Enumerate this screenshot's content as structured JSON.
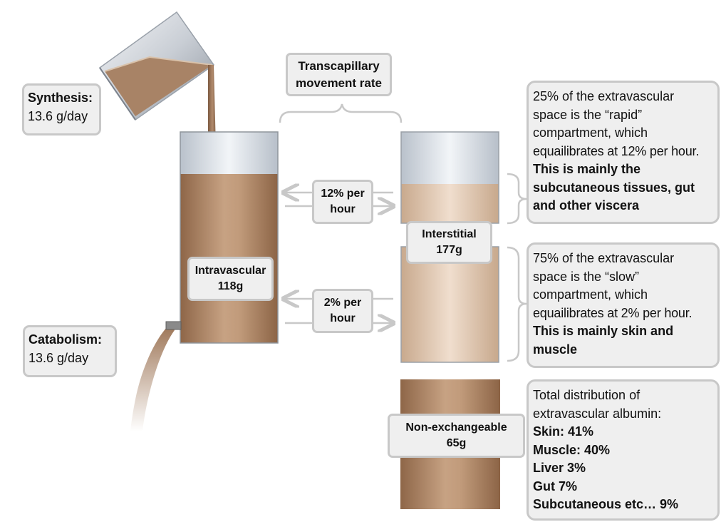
{
  "synthesis": {
    "title": "Synthesis:",
    "value": "13.6 g/day"
  },
  "catabolism": {
    "title": "Catabolism:",
    "value": "13.6 g/day"
  },
  "transcapillary": {
    "line1": "Transcapillary",
    "line2": "movement rate"
  },
  "rate_fast": {
    "line1": "12% per",
    "line2": "hour"
  },
  "rate_slow": {
    "line1": "2% per",
    "line2": "hour"
  },
  "intravascular": {
    "name": "Intravascular",
    "amount": "118g"
  },
  "interstitial": {
    "name": "Interstitial",
    "amount": "177g"
  },
  "non_exchangeable": {
    "name": "Non-exchangeable",
    "amount": "65g"
  },
  "rapid_note": {
    "lines": [
      "25% of the extravascular",
      "space is the “rapid”",
      "compartment, which",
      "equailibrates at 12% per hour."
    ],
    "bold_lines": [
      "This is mainly the",
      "subcutaneous tissues, gut",
      "and other viscera"
    ]
  },
  "slow_note": {
    "lines": [
      "75% of the extravascular",
      "space is the “slow”",
      "compartment, which",
      "equailibrates at 2% per hour."
    ],
    "bold_lines": [
      "This is mainly skin and",
      "muscle"
    ]
  },
  "distribution": {
    "lines": [
      "Total distribution of",
      "extravascular albumin:"
    ],
    "bold_lines": [
      "Skin: 41%",
      "Muscle: 40%",
      "Liver 3%",
      "Gut 7%",
      "Subcutaneous etc… 9%"
    ]
  },
  "colors": {
    "fluid": "#b08a6c",
    "fluid_light": "#e2cbb5",
    "glass": "#dfe5ec",
    "box_fill": "#efefef",
    "box_border": "#c8c8c8",
    "arrow": "#c8c8c8"
  }
}
